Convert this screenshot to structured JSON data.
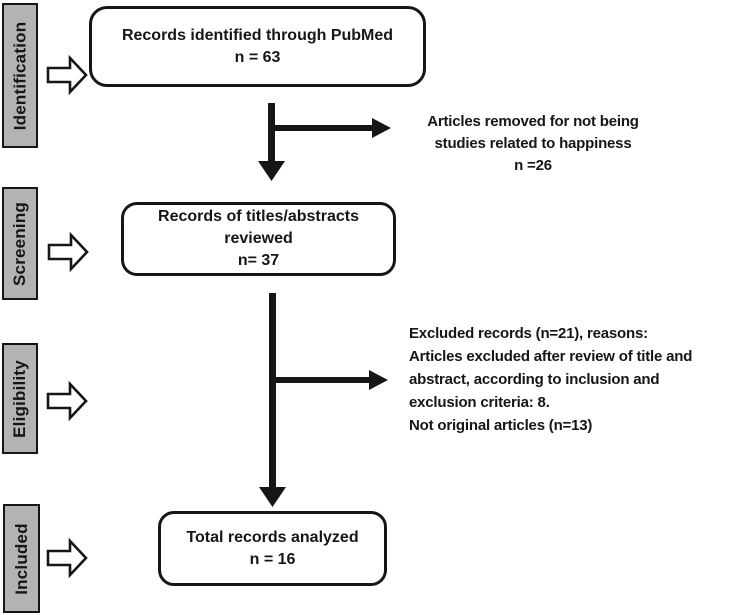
{
  "colors": {
    "stage_fill": "#b3b3b3",
    "line_and_text": "#161616",
    "box_fill": "#ffffff",
    "background": "#ffffff"
  },
  "stages": [
    {
      "label": "Identification"
    },
    {
      "label": "Screening"
    },
    {
      "label": "Eligibility"
    },
    {
      "label": "Included"
    }
  ],
  "boxes": [
    {
      "lines": [
        "Records identified through PubMed",
        "n = 63"
      ]
    },
    {
      "lines": [
        "Records of titles/abstracts",
        "reviewed",
        "n= 37"
      ]
    },
    {
      "lines": [
        "Total records analyzed",
        "n = 16"
      ]
    }
  ],
  "notes": [
    {
      "lines": [
        "Articles removed for not being",
        "studies related to happiness",
        "n =26"
      ]
    },
    {
      "lines": [
        "Excluded records (n=21), reasons:",
        "Articles excluded after review of title and",
        "abstract, according to inclusion and",
        "exclusion criteria: 8.",
        "Not original articles (n=13)"
      ]
    }
  ]
}
